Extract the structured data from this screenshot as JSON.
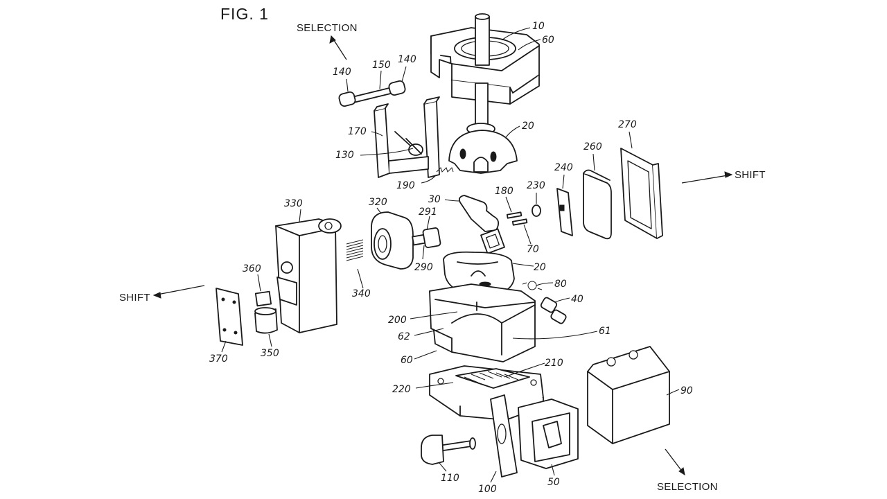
{
  "figure": {
    "title": "FIG. 1",
    "directions": {
      "selection_top": "SELECTION",
      "selection_bottom": "SELECTION",
      "shift_right": "SHIFT",
      "shift_left": "SHIFT"
    },
    "reference_numerals": [
      {
        "id": "n10",
        "text": "10"
      },
      {
        "id": "n60a",
        "text": "60"
      },
      {
        "id": "n140a",
        "text": "140"
      },
      {
        "id": "n150",
        "text": "150"
      },
      {
        "id": "n140b",
        "text": "140"
      },
      {
        "id": "n20a",
        "text": "20"
      },
      {
        "id": "n170",
        "text": "170"
      },
      {
        "id": "n130",
        "text": "130"
      },
      {
        "id": "n190",
        "text": "190"
      },
      {
        "id": "n270",
        "text": "270"
      },
      {
        "id": "n260",
        "text": "260"
      },
      {
        "id": "n240",
        "text": "240"
      },
      {
        "id": "n230",
        "text": "230"
      },
      {
        "id": "n180",
        "text": "180"
      },
      {
        "id": "n70",
        "text": "70"
      },
      {
        "id": "n30",
        "text": "30"
      },
      {
        "id": "n320",
        "text": "320"
      },
      {
        "id": "n291",
        "text": "291"
      },
      {
        "id": "n290",
        "text": "290"
      },
      {
        "id": "n330",
        "text": "330"
      },
      {
        "id": "n340",
        "text": "340"
      },
      {
        "id": "n20b",
        "text": "20"
      },
      {
        "id": "n80",
        "text": "80"
      },
      {
        "id": "n40",
        "text": "40"
      },
      {
        "id": "n360",
        "text": "360"
      },
      {
        "id": "n350",
        "text": "350"
      },
      {
        "id": "n370",
        "text": "370"
      },
      {
        "id": "n200",
        "text": "200"
      },
      {
        "id": "n62",
        "text": "62"
      },
      {
        "id": "n61",
        "text": "61"
      },
      {
        "id": "n60b",
        "text": "60"
      },
      {
        "id": "n210",
        "text": "210"
      },
      {
        "id": "n220",
        "text": "220"
      },
      {
        "id": "n90",
        "text": "90"
      },
      {
        "id": "n110",
        "text": "110"
      },
      {
        "id": "n100",
        "text": "100"
      },
      {
        "id": "n50",
        "text": "50"
      }
    ]
  }
}
